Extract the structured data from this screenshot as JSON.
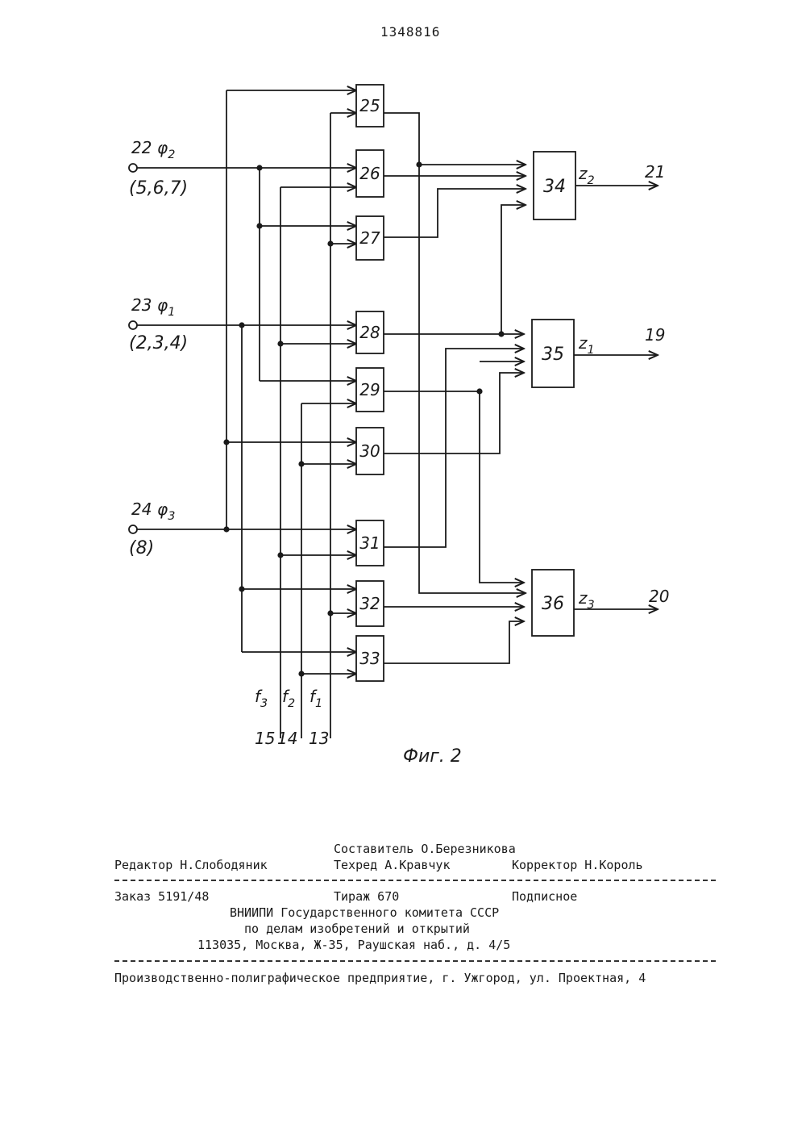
{
  "page_number": "1348816",
  "figure": {
    "caption": "Фиг. 2",
    "blocks": [
      "25",
      "26",
      "27",
      "28",
      "29",
      "30",
      "31",
      "32",
      "33",
      "34",
      "35",
      "36"
    ],
    "inputs": [
      {
        "number": "22",
        "symbol": "φ2",
        "group": "(5,6,7)"
      },
      {
        "number": "23",
        "symbol": "φ1",
        "group": "(2,3,4)"
      },
      {
        "number": "24",
        "symbol": "φ3",
        "group": "(8)"
      }
    ],
    "outputs": [
      {
        "signal": "z2",
        "number": "21"
      },
      {
        "signal": "z1",
        "number": "19"
      },
      {
        "signal": "z3",
        "number": "20"
      }
    ],
    "bus_labels": [
      "f3",
      "f2",
      "f1"
    ],
    "bus_numbers": [
      "15",
      "14",
      "13"
    ]
  },
  "imprint": {
    "compiler": "Составитель О.Березникова",
    "editor": "Редактор Н.Слободяник",
    "tech_editor": "Техред А.Кравчук",
    "corrector": "Корректор Н.Король",
    "order": "Заказ 5191/48",
    "circulation": "Тираж 670",
    "subscription": "Подписное",
    "org_line1": "ВНИИПИ Государственного комитета СССР",
    "org_line2": "по делам изобретений и открытий",
    "org_address": "113035, Москва, Ж-35, Раушская наб., д. 4/5",
    "printer": "Производственно-полиграфическое предприятие, г. Ужгород, ул. Проектная, 4"
  }
}
